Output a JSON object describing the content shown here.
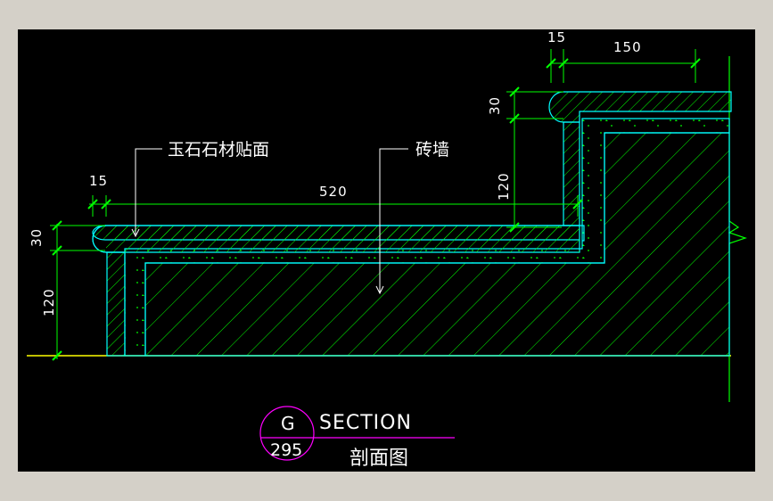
{
  "drawing": {
    "dimensions": {
      "top_nosing": "15",
      "top_tread": "150",
      "top_stone_thickness": "30",
      "top_riser": "120",
      "left_nosing": "15",
      "main_tread": "520",
      "left_stone_thickness": "30",
      "left_riser": "120"
    },
    "labels": {
      "stone_finish": "玉石石材贴面",
      "brick_wall": "砖墙"
    },
    "title_block": {
      "grid_letter": "G",
      "sheet_number": "295",
      "title_en": "SECTION",
      "title_cn": "剖面图"
    },
    "colors": {
      "background": "#000000",
      "frame": "#d4d0c8",
      "dimension": "#00ff00",
      "outline": "#00ffff",
      "hatch": "#00ff00",
      "ground": "#ffff00",
      "title_bubble": "#ff00ff",
      "text": "#ffffff"
    }
  }
}
